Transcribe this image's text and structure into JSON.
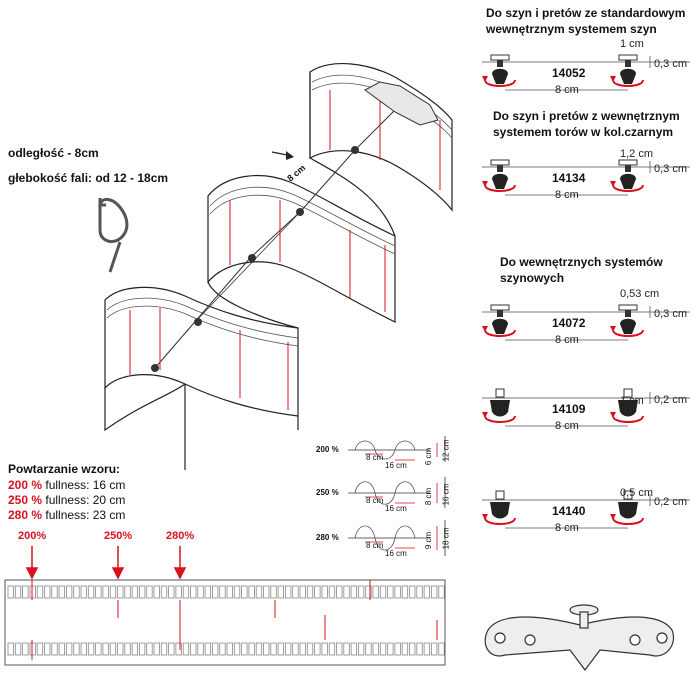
{
  "left": {
    "distance": "odległość - 8cm",
    "wave_depth": "głebokość fali: od 12 - 18cm",
    "diagram_gap": "8 cm"
  },
  "pattern": {
    "title": "Powtarzanie wzoru:",
    "rows": [
      {
        "pct": "200 %",
        "text": "fullness: 16 cm"
      },
      {
        "pct": "250 %",
        "text": "fullness: 20 cm"
      },
      {
        "pct": "280 %",
        "text": "fullness: 23 cm"
      }
    ],
    "arrows": [
      "200%",
      "250%",
      "280%"
    ]
  },
  "waves": [
    {
      "pct": "200 %",
      "a": "8 cm",
      "b": "16 cm",
      "c": "6 cm",
      "d": "12 cm"
    },
    {
      "pct": "250 %",
      "a": "8 cm",
      "b": "16 cm",
      "c": "8 cm",
      "d": "16 cm"
    },
    {
      "pct": "280 %",
      "a": "8 cm",
      "b": "16 cm",
      "c": "9 cm",
      "d": "18 cm"
    }
  ],
  "sections": [
    {
      "heading": [
        "Do szyn i pretów ze standardowym",
        "wewnętrznym  systemem szyn"
      ]
    },
    {
      "heading": [
        "Do szyn i pretów z  wewnętrznym",
        "systemem torów w kol.czarnym"
      ]
    },
    {
      "heading": [
        "Do wewnętrznych systemów",
        "szynowych"
      ]
    }
  ],
  "runners": [
    {
      "code": "14052",
      "top": "1 cm",
      "side": "0,3 cm",
      "span": "8 cm"
    },
    {
      "code": "14134",
      "top": "1,2 cm",
      "side": "0,3 cm",
      "span": "8 cm"
    },
    {
      "code": "14072",
      "top": "0,53 cm",
      "side": "0,3 cm",
      "span": "8 cm"
    },
    {
      "code": "14109",
      "top": "1 cm",
      "side": "0,2 cm",
      "span": "8 cm"
    },
    {
      "code": "14140",
      "top": "0,5 cm",
      "side": "0,2 cm",
      "span": "8 cm"
    }
  ],
  "colors": {
    "accent": "#d7121e",
    "line": "#333333",
    "grey": "#888888"
  }
}
